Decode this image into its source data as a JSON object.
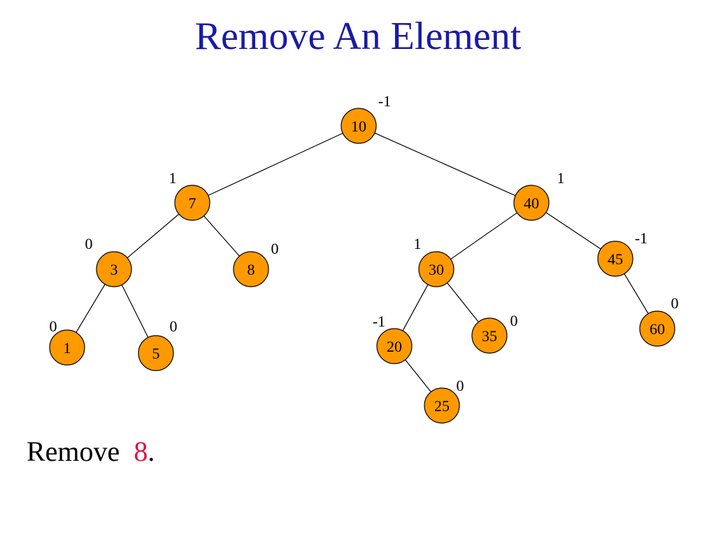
{
  "title": "Remove An Element",
  "caption": {
    "prefix": "Remove  ",
    "highlight": "8",
    "suffix": ".",
    "highlight_color": "#e0103c"
  },
  "colors": {
    "title": "#1a1aa6",
    "node_fill": "#ff9900",
    "edge": "#000000"
  },
  "tree": {
    "nodes": [
      {
        "key": "10",
        "balance": "-1"
      },
      {
        "key": "7",
        "balance": "1"
      },
      {
        "key": "40",
        "balance": "1"
      },
      {
        "key": "3",
        "balance": "0"
      },
      {
        "key": "8",
        "balance": "0"
      },
      {
        "key": "30",
        "balance": "1"
      },
      {
        "key": "45",
        "balance": "-1"
      },
      {
        "key": "1",
        "balance": "0"
      },
      {
        "key": "5",
        "balance": "0"
      },
      {
        "key": "20",
        "balance": "-1"
      },
      {
        "key": "35",
        "balance": "0"
      },
      {
        "key": "60",
        "balance": "0"
      },
      {
        "key": "25",
        "balance": "0"
      }
    ],
    "edges": [
      [
        "10",
        "7"
      ],
      [
        "10",
        "40"
      ],
      [
        "7",
        "3"
      ],
      [
        "7",
        "8"
      ],
      [
        "40",
        "30"
      ],
      [
        "40",
        "45"
      ],
      [
        "3",
        "1"
      ],
      [
        "3",
        "5"
      ],
      [
        "30",
        "20"
      ],
      [
        "30",
        "35"
      ],
      [
        "45",
        "60"
      ],
      [
        "20",
        "25"
      ]
    ]
  }
}
